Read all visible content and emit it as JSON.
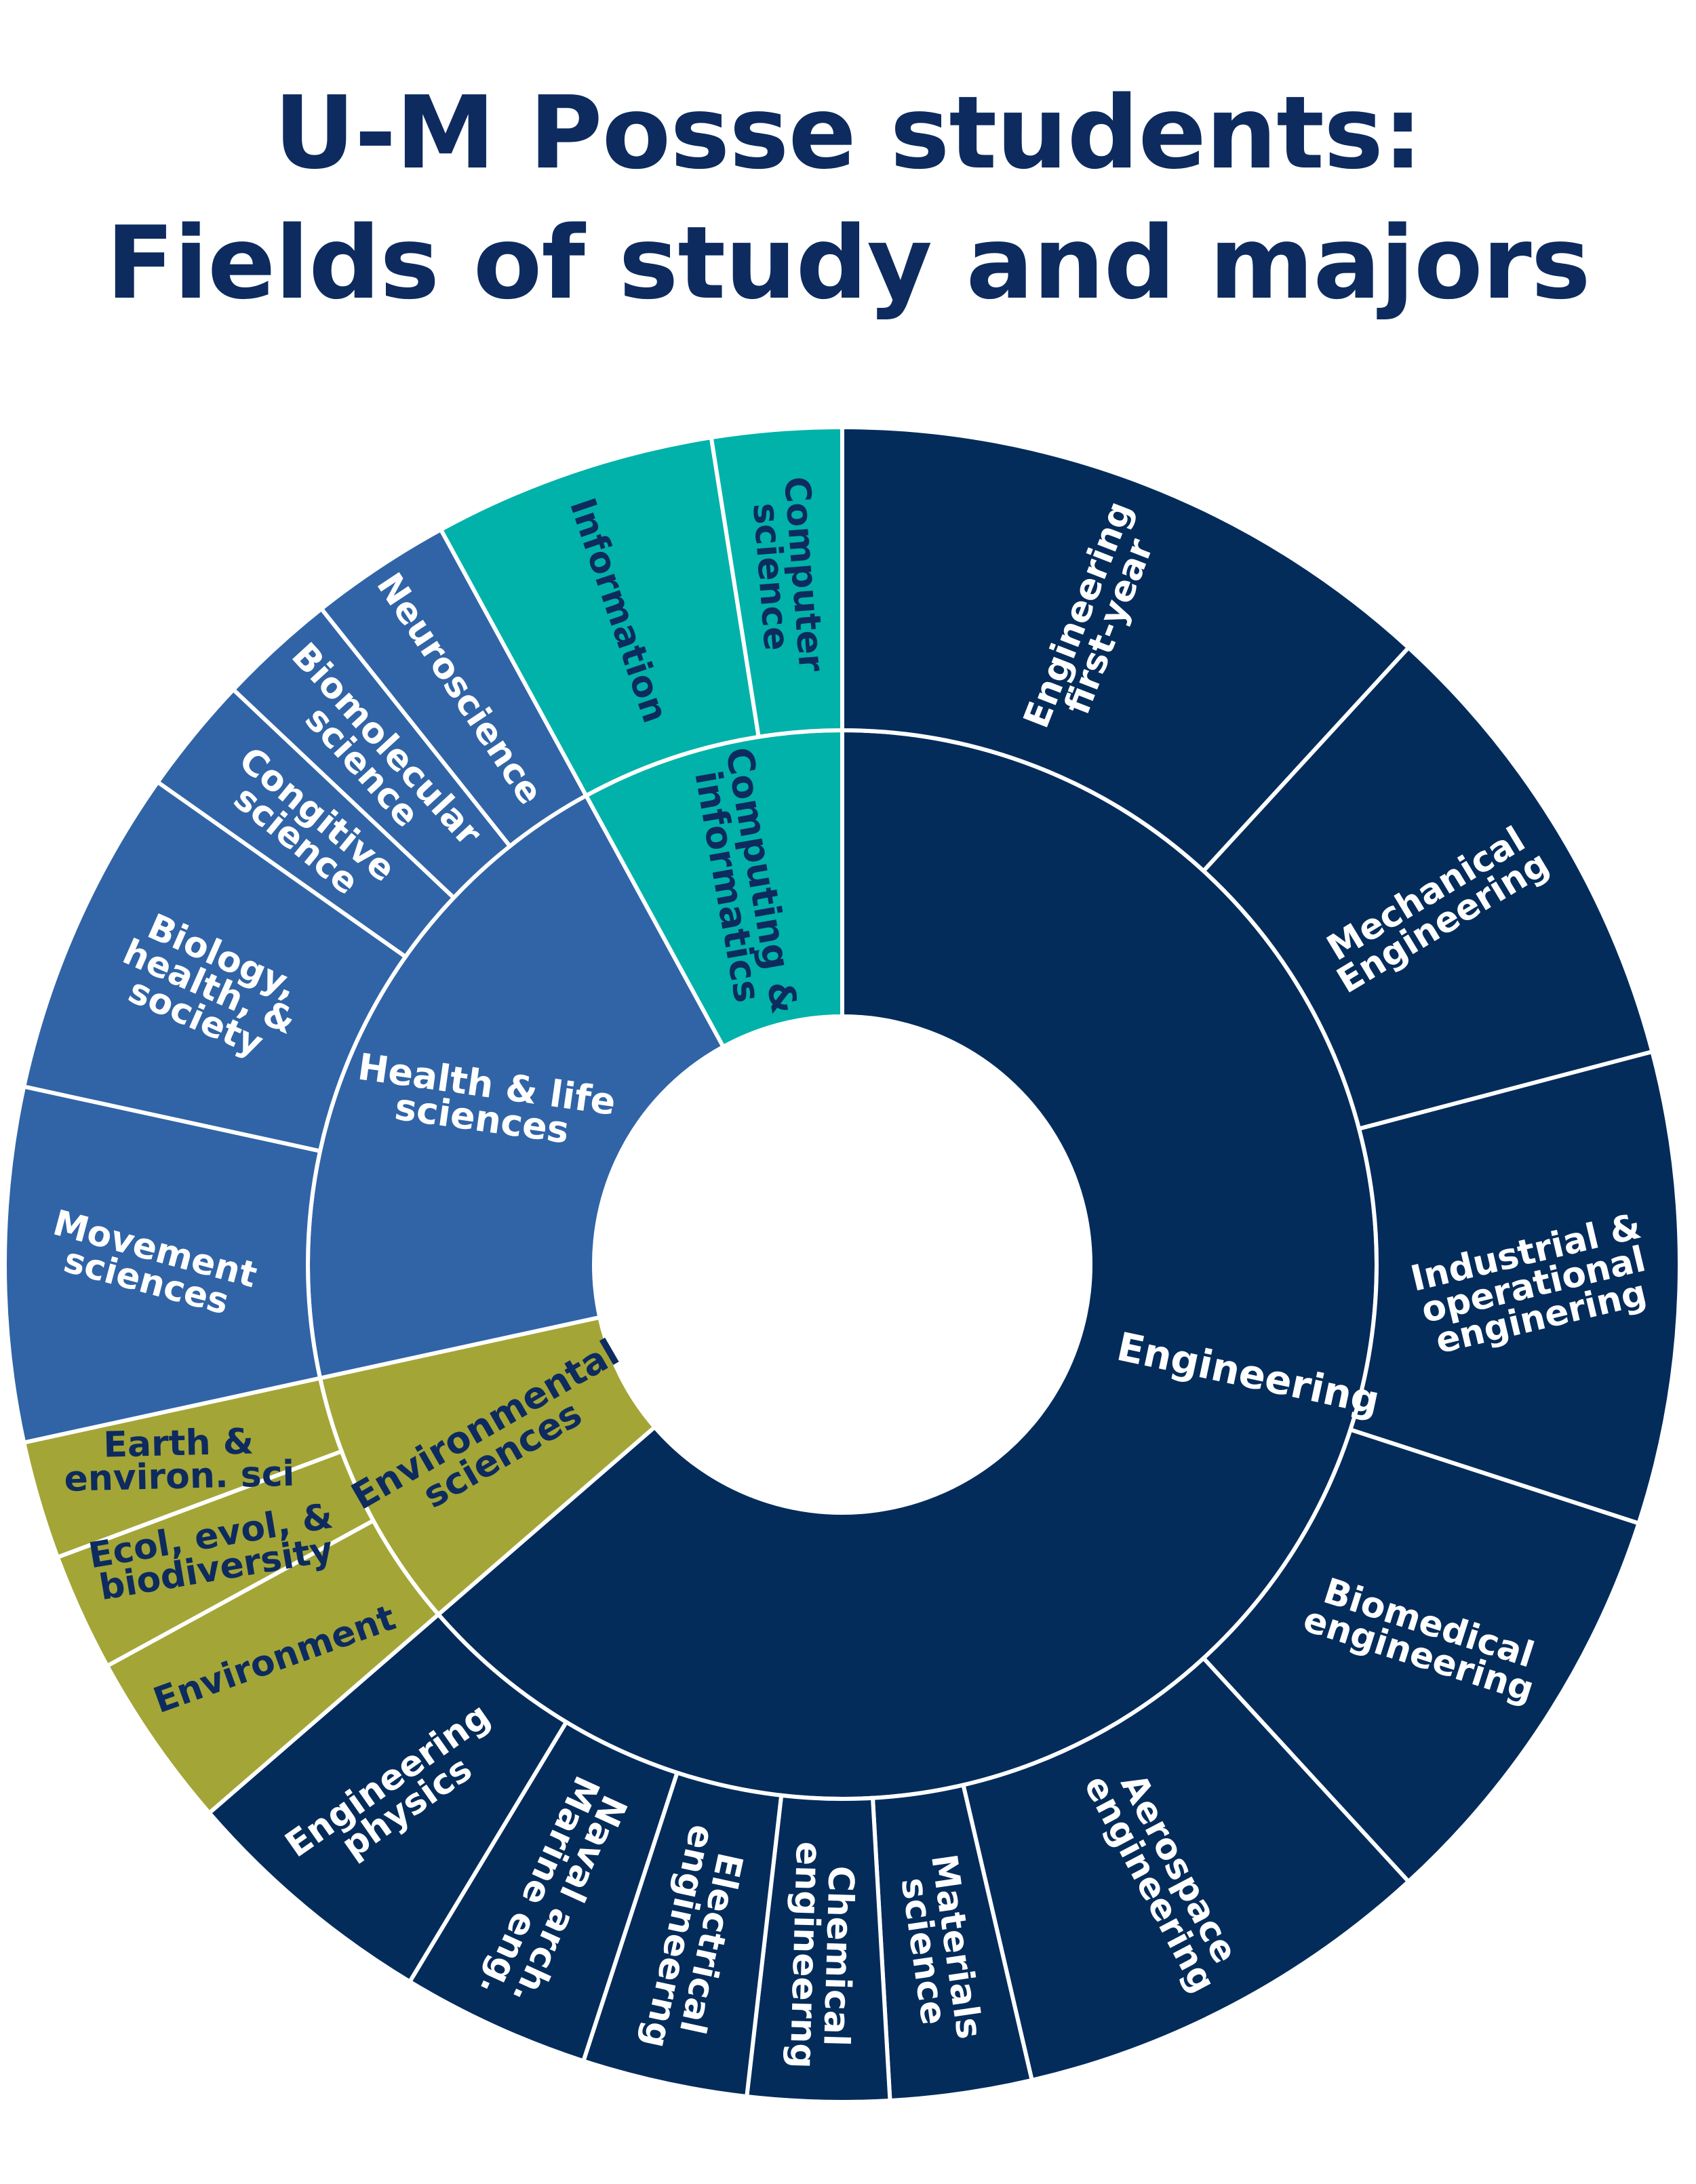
{
  "title": {
    "line1": "U-M Posse students:",
    "line2": "Fields of study and majors"
  },
  "colors": {
    "engineering": "#032c5b",
    "health": "#3064a6",
    "computing": "#00b2a9",
    "environment": "#a3a537",
    "dark_text": "#0d2b5e",
    "light_text": "#ffffff",
    "background": "#ffffff"
  },
  "chart_data": {
    "type": "sunburst",
    "title": "U-M Posse students: Fields of study and majors",
    "inner": [
      {
        "name": "Engineering",
        "label_lines": [
          "Engineering"
        ],
        "value": 14,
        "color": "#032c5b"
      },
      {
        "name": "Environmental sciences",
        "label_lines": [
          "Environmental",
          "sciences"
        ],
        "value": 1.75,
        "color": "#a3a537"
      },
      {
        "name": "Health & life sciences",
        "label_lines": [
          "Health & life",
          "sciences"
        ],
        "value": 4.5,
        "color": "#3064a6"
      },
      {
        "name": "Computing & informatics",
        "label_lines": [
          "Computing &",
          "informatics"
        ],
        "value": 1.75,
        "color": "#00b2a9"
      }
    ],
    "outer": [
      {
        "name": "Engineering first-year",
        "label_lines": [
          "Engineering",
          "first-year"
        ],
        "parent": "Engineering",
        "value": 2.6
      },
      {
        "name": "Mechanical Engineering",
        "label_lines": [
          "Mechanical",
          "Engineering"
        ],
        "parent": "Engineering",
        "value": 2.0
      },
      {
        "name": "Industrial & operational enginering",
        "label_lines": [
          "Industrial &",
          "operational",
          "enginering"
        ],
        "parent": "Engineering",
        "value": 2.0
      },
      {
        "name": "Biomedical engineering",
        "label_lines": [
          "Biomedical",
          "engineering"
        ],
        "parent": "Engineering",
        "value": 1.8
      },
      {
        "name": "Aerospace engineering",
        "label_lines": [
          "Aerospace",
          "engineering"
        ],
        "parent": "Engineering",
        "value": 1.8
      },
      {
        "name": "Materials science",
        "label_lines": [
          "Materials",
          "science"
        ],
        "parent": "Engineering",
        "value": 0.6
      },
      {
        "name": "Chemical engineerng",
        "label_lines": [
          "Chemical",
          "engineerng"
        ],
        "parent": "Engineering",
        "value": 0.6
      },
      {
        "name": "Electrical engineerng",
        "label_lines": [
          "Electrical",
          "engineerng"
        ],
        "parent": "Engineering",
        "value": 0.7
      },
      {
        "name": "Naval arch. Marine eng.",
        "label_lines": [
          "Naval arch.",
          "Marine eng."
        ],
        "parent": "Engineering",
        "value": 0.8
      },
      {
        "name": "Engineering physics",
        "label_lines": [
          "Engineering",
          "physics"
        ],
        "parent": "Engineering",
        "value": 1.1
      },
      {
        "name": "Environment",
        "label_lines": [
          "Environment"
        ],
        "parent": "Environmental sciences",
        "value": 0.75
      },
      {
        "name": "Ecol, evol, & biodiversity",
        "label_lines": [
          "Ecol, evol, &",
          "biodiversity"
        ],
        "parent": "Environmental sciences",
        "value": 0.5
      },
      {
        "name": "Earth & environ. sci",
        "label_lines": [
          "Earth &",
          "environ. sci"
        ],
        "parent": "Environmental sciences",
        "value": 0.5
      },
      {
        "name": "Movement sciences",
        "label_lines": [
          "Movement",
          "sciences"
        ],
        "parent": "Health & life sciences",
        "value": 1.5
      },
      {
        "name": "Biology, health, & society",
        "label_lines": [
          "Biology,",
          "health, &",
          "society"
        ],
        "parent": "Health & life sciences",
        "value": 1.4
      },
      {
        "name": "Congitive science",
        "label_lines": [
          "Congitive",
          "science"
        ],
        "parent": "Health & life sciences",
        "value": 0.5
      },
      {
        "name": "Biomolecular science",
        "label_lines": [
          "Biomolecular",
          "science"
        ],
        "parent": "Health & life sciences",
        "value": 0.5
      },
      {
        "name": "Neuroscience",
        "label_lines": [
          "Neuroscience"
        ],
        "parent": "Health & life sciences",
        "value": 0.6
      },
      {
        "name": "Information",
        "label_lines": [
          "Information"
        ],
        "parent": "Computing & informatics",
        "value": 1.2
      },
      {
        "name": "Computer science",
        "label_lines": [
          "Computer",
          "science"
        ],
        "parent": "Computing & informatics",
        "value": 0.55
      }
    ]
  }
}
